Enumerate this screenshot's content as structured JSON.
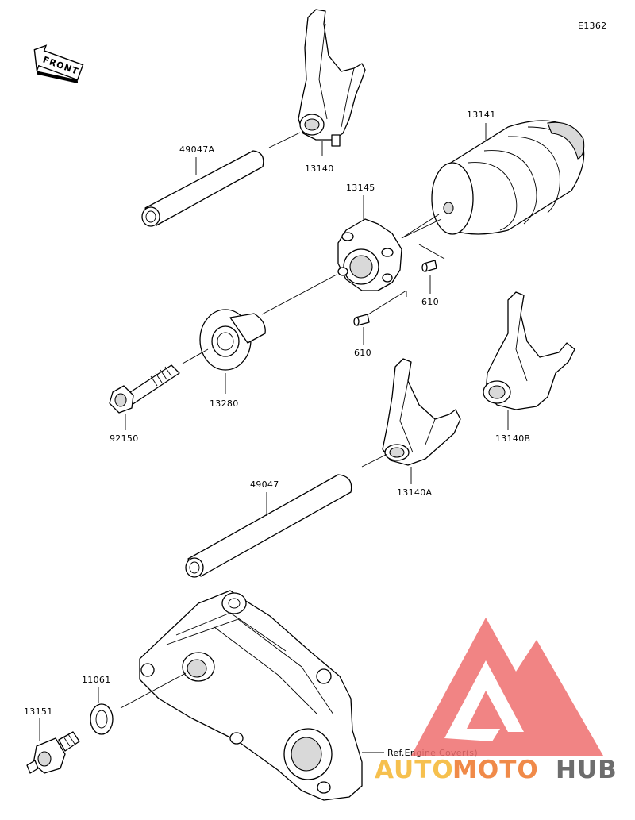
{
  "diagram_code": "E1362",
  "front_label": "FRONT",
  "parts": {
    "p13140": "13140",
    "p13141": "13141",
    "p49047A": "49047A",
    "p13145": "13145",
    "p610a": "610",
    "p610b": "610",
    "p13280": "13280",
    "p92150": "92150",
    "p13140A": "13140A",
    "p13140B": "13140B",
    "p49047": "49047",
    "p11061": "11061",
    "p13151": "13151"
  },
  "ref_label": "Ref.Engine Cover(s)",
  "watermark": {
    "part1": "AUTO",
    "part2": "MOTO",
    "part3": "HUB",
    "color_light": "#f6c04e",
    "color_mid": "#f08a49",
    "color_dark": "#6d6d6d",
    "logo_color": "#ef6e6e"
  }
}
